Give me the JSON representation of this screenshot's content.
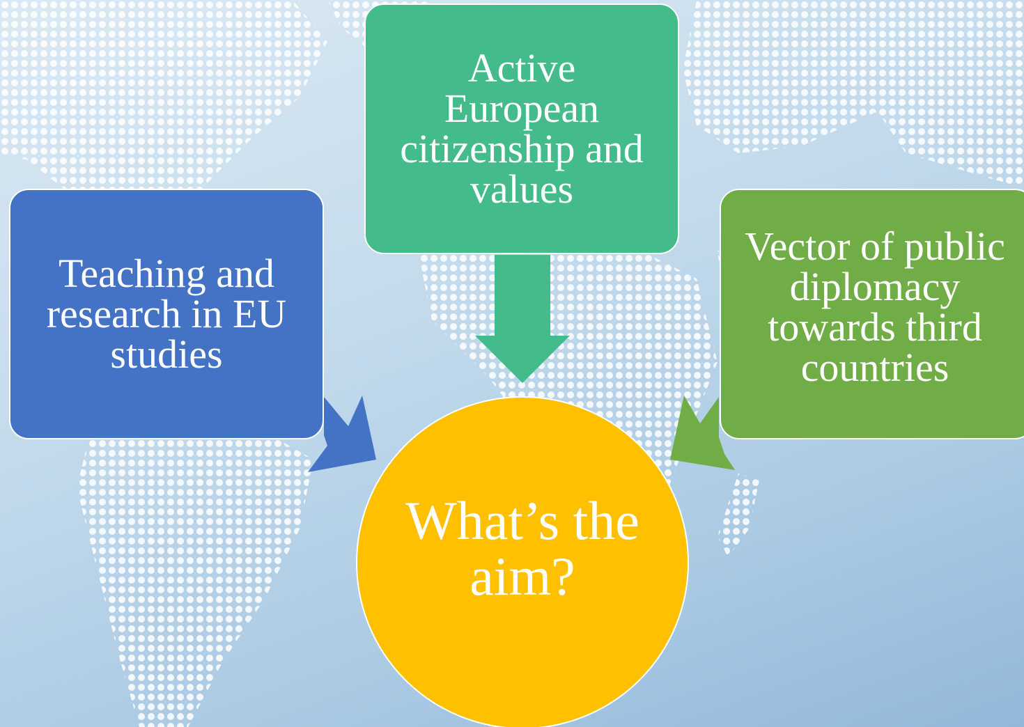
{
  "diagram": {
    "center": {
      "label": "What’s the\naim?",
      "color": "#ffc000"
    },
    "nodes": [
      {
        "id": "teaching",
        "label": "Teaching and\nresearch in EU\nstudies",
        "color": "#4472c4"
      },
      {
        "id": "citizenship",
        "label": "Active\nEuropean\ncitizenship and\nvalues",
        "color": "#44bb8b"
      },
      {
        "id": "diplomacy",
        "label": "Vector of public\ndiplomacy\ntowards third\ncountries",
        "color": "#70ad47"
      }
    ]
  },
  "theme": {
    "background": "#c4dbec",
    "text_color": "#ffffff",
    "map_dots": "#ffffff"
  }
}
